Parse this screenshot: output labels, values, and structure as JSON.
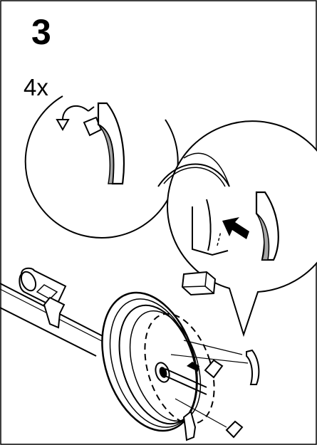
{
  "step": {
    "number": "3",
    "quantity": "4x"
  },
  "colors": {
    "line": "#000000",
    "background": "#ffffff",
    "part_shade": "#a6a6a6"
  },
  "parts": {
    "detail_left": "clip-rotate-icon",
    "detail_right": "clip-insert-icon",
    "main": "wheel-axle-assembly"
  }
}
